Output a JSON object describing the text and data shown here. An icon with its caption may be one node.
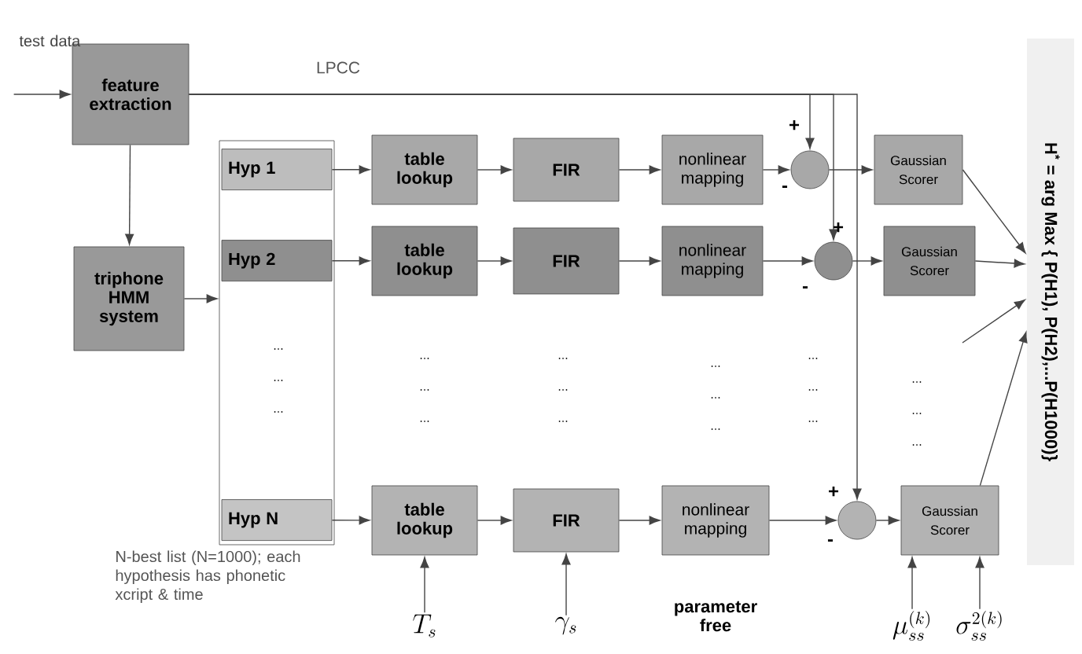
{
  "diagram": {
    "nodes": [
      {
        "text": [
          "feature extraction"
        ]
      },
      {
        "text": [
          "triphone HMM system"
        ]
      },
      {
        "text": [],
        "shape": "box",
        "beside": [
          "N-best list  (N=1000); each hypothesis has phonetic xcript & time"
        ]
      },
      {
        "text": [
          "Hyp 1"
        ],
        "in": 2
      },
      {
        "text": [
          "Hyp 2"
        ],
        "in": 2
      },
      {
        "text": [
          "Hyp N"
        ],
        "in": 2
      },
      {
        "text": [
          "table lookup"
        ]
      },
      {
        "text": [
          "FIR"
        ]
      },
      {
        "text": [
          "nonlinear mapping"
        ]
      },
      {
        "text": [],
        "shape": "circle"
      },
      {
        "text": [
          "Gaussian Scorer"
        ]
      },
      {
        "text": [
          "table lookup"
        ]
      },
      {
        "text": [
          "FIR"
        ]
      },
      {
        "text": [
          "nonlinear mapping"
        ]
      },
      {
        "text": [],
        "shape": "circle"
      },
      {
        "text": [
          "Gaussian Scorer"
        ]
      },
      {
        "text": [
          "table lookup"
        ]
      },
      {
        "text": [
          "FIR"
        ]
      },
      {
        "text": [
          "nonlinear mapping"
        ]
      },
      {
        "text": [],
        "shape": "circle"
      },
      {
        "text": [
          "Gaussian Scorer"
        ]
      },
      {
        "text": [
          "H$^{*}$ = arg Max { P(H1), P(H2),...P(H1000)}"
        ]
      },
      {
        "text": [
          "T_s"
        ]
      },
      {
        "text": [
          "\\gamma_s"
        ]
      },
      {
        "text": [
          "\\mu_{ss}^{(k)}"
        ]
      },
      {
        "text": [
          "\\sigma_{ss}^{2(k)}"
        ]
      }
    ],
    "edges": [
      {
        "from": null,
        "to": 0,
        "arrow": "to"
      },
      {
        "from": 0,
        "to": 1,
        "arrow": "to"
      },
      {
        "from": 1,
        "to": 2,
        "arrow": "to"
      },
      {
        "from": 0,
        "to": 9,
        "arrow": "to",
        "label": "LPCC"
      },
      {
        "from": 0,
        "to": 14,
        "arrow": "to"
      },
      {
        "from": 0,
        "to": 19,
        "arrow": "to"
      },
      {
        "from": 3,
        "to": 6,
        "arrow": "to"
      },
      {
        "from": 6,
        "to": 7,
        "arrow": "to"
      },
      {
        "from": 7,
        "to": 8,
        "arrow": "to"
      },
      {
        "from": 8,
        "to": 9,
        "arrow": "to"
      },
      {
        "from": 9,
        "to": 10,
        "arrow": "to"
      },
      {
        "from": 10,
        "to": 21,
        "arrow": "to"
      },
      {
        "from": 4,
        "to": 11,
        "arrow": "to"
      },
      {
        "from": 11,
        "to": 12,
        "arrow": "to"
      },
      {
        "from": 12,
        "to": 13,
        "arrow": "to"
      },
      {
        "from": 13,
        "to": 14,
        "arrow": "to"
      },
      {
        "from": 14,
        "to": 15,
        "arrow": "to"
      },
      {
        "from": 15,
        "to": 21,
        "arrow": "to"
      },
      {
        "from": 5,
        "to": 16,
        "arrow": "to"
      },
      {
        "from": 16,
        "to": 17,
        "arrow": "to"
      },
      {
        "from": 17,
        "to": 18,
        "arrow": "to"
      },
      {
        "from": 18,
        "to": 19,
        "arrow": "to"
      },
      {
        "from": 19,
        "to": 20,
        "arrow": "to"
      },
      {
        "from": 20,
        "to": 21,
        "arrow": "to"
      },
      {
        "from": null,
        "to": 21,
        "arrow": "to"
      },
      {
        "from": 22,
        "to": 16,
        "arrow": "to"
      },
      {
        "from": 23,
        "to": 17,
        "arrow": "to"
      },
      {
        "from": 24,
        "to": 20,
        "arrow": "to"
      },
      {
        "from": 25,
        "to": 20,
        "arrow": "to"
      }
    ],
    "labels": [
      "test data",
      "+",
      "-",
      "+",
      "-",
      "+",
      "-",
      "...",
      "...",
      "...",
      "...",
      "...",
      "...",
      "...",
      "...",
      "...",
      "...",
      "...",
      "...",
      "...",
      "...",
      "...",
      "...",
      "...",
      "...",
      "parameter free"
    ]
  }
}
